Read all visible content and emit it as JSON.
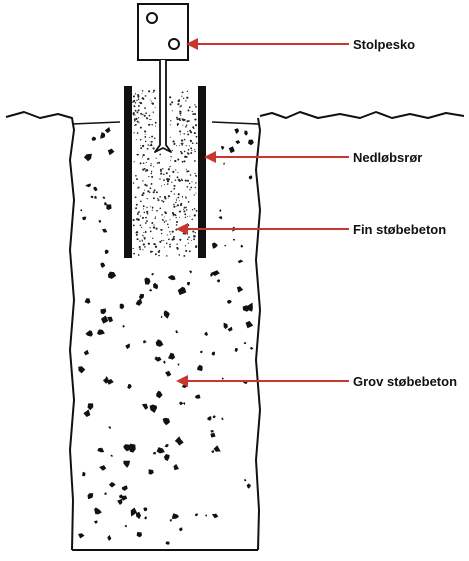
{
  "labels": {
    "post_anchor": "Stolpesko",
    "tube": "Nedløbsrør",
    "fine_concrete": "Fin støbebeton",
    "coarse_concrete": "Grov støbebeton"
  },
  "colors": {
    "arrow": "#c8372d",
    "ink": "#111111",
    "background": "#ffffff"
  }
}
